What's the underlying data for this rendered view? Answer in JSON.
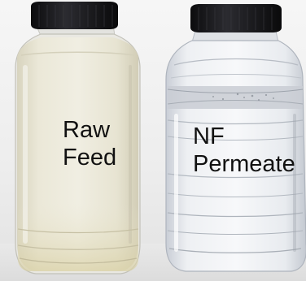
{
  "labels": {
    "raw_feed": [
      "Raw",
      "Feed"
    ],
    "nf_permeate": [
      "NF",
      "Permeate"
    ]
  },
  "colors": {
    "background": "#efefef",
    "cap": "#1b1b1d",
    "raw_feed_liquid": "#e6e3cf",
    "permeate_liquid": "#d9dde2",
    "label_text": "#111111"
  }
}
